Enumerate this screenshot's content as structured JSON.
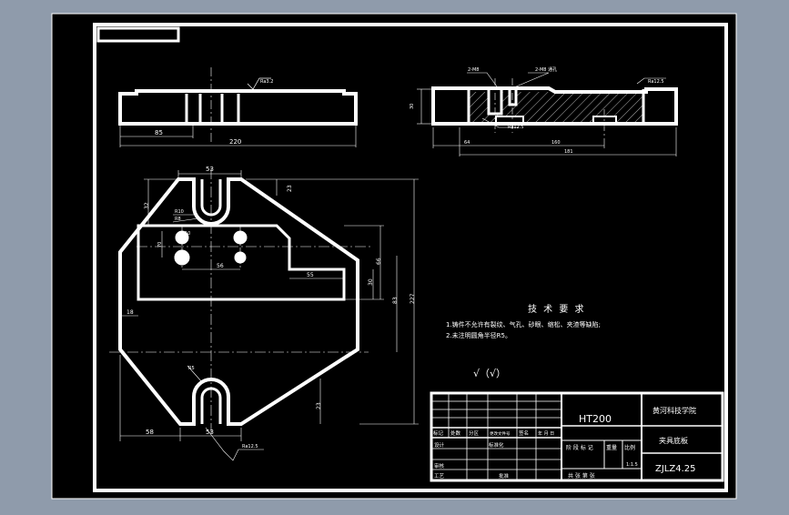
{
  "colors": {
    "background": "#8f9bab",
    "sheet": "#000000",
    "line": "#ffffff"
  },
  "views": {
    "front": {
      "roughness": "Ra3.2",
      "dim_85": "85",
      "dim_220": "220"
    },
    "section": {
      "note_left": "2-M8",
      "note_mid": "2-M8 通孔",
      "roughness_right": "Ra12.5",
      "roughness_mid": "Ra12.5",
      "dim_v": "30",
      "dim_64": "64",
      "dim_160": "160",
      "dim_181": "181"
    },
    "top": {
      "dim_53_top": "53",
      "dim_23_top": "23",
      "dim_32": "32",
      "dim_r10": "R10",
      "dim_r8": "R8",
      "dim_10": "10",
      "dim_70": "70",
      "dim_56": "56",
      "dim_55": "55",
      "dim_30": "30",
      "dim_66": "66",
      "dim_83": "83",
      "dim_227": "227",
      "dim_18": "18",
      "dim_r5": "R5",
      "dim_23_bottom": "23",
      "dim_58": "58",
      "dim_53_bottom": "53",
      "roughness_bottom": "Ra12.5"
    }
  },
  "requirements": {
    "title": "技 术 要 求",
    "line1": "1.铸件不允许有裂纹、气孔、砂眼、缩松、夹渣等缺陷;",
    "line2": "2.未注明圆角半径R5。",
    "symbol": "√（√）"
  },
  "title_block": {
    "material": "HT200",
    "school": "黄河科技学院",
    "part_name": "夹具底板",
    "drawing_no": "ZJLZ4.25",
    "ratio": "1:1.5",
    "hdr_mark": "标记",
    "hdr_count": "处数",
    "hdr_zone": "分区",
    "hdr_doc": "更改文件号",
    "hdr_sign": "签名",
    "hdr_date": "年 月 日",
    "lbl_design": "设计",
    "lbl_std": "标准化",
    "lbl_review": "审核",
    "lbl_craft": "工艺",
    "lbl_approve": "批准",
    "lbl_stage": "阶 段 标 记",
    "lbl_weight": "重量",
    "lbl_scale": "比例",
    "lbl_total": "共  张  第  张"
  }
}
